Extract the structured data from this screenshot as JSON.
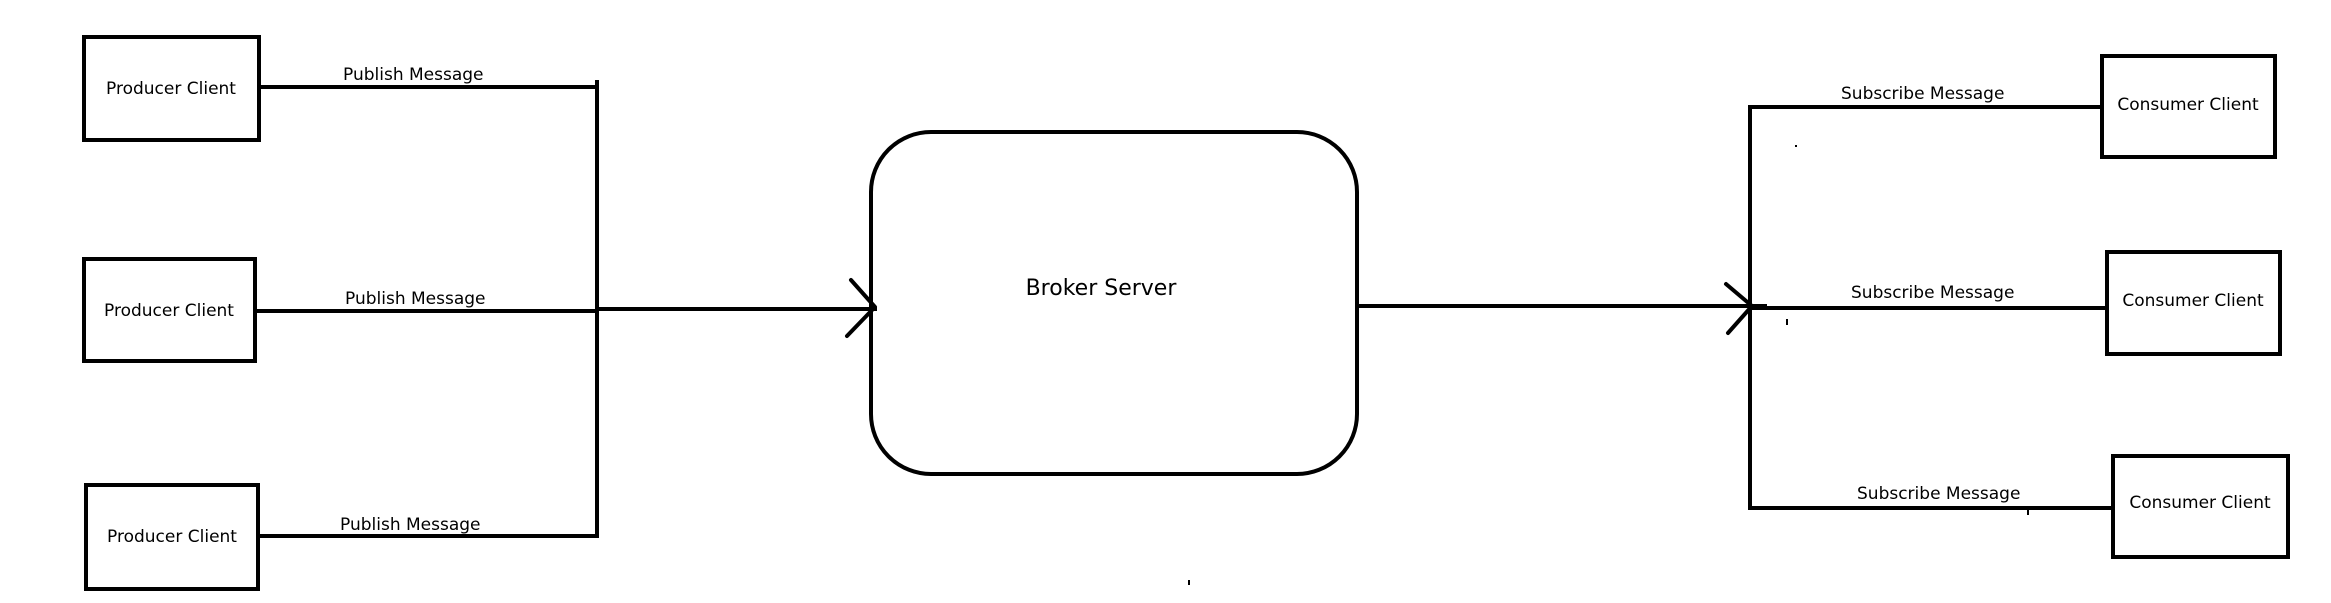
{
  "producers": [
    {
      "label": "Producer Client",
      "edge_label": "Publish Message"
    },
    {
      "label": "Producer Client",
      "edge_label": "Publish Message"
    },
    {
      "label": "Producer Client",
      "edge_label": "Publish Message"
    }
  ],
  "broker": {
    "label": "Broker Server"
  },
  "consumers": [
    {
      "label": "Consumer Client",
      "edge_label": "Subscribe Message"
    },
    {
      "label": "Consumer Client",
      "edge_label": "Subscribe Message"
    },
    {
      "label": "Consumer Client",
      "edge_label": "Subscribe Message"
    }
  ],
  "colors": {
    "stroke": "#000000",
    "background": "#ffffff"
  }
}
